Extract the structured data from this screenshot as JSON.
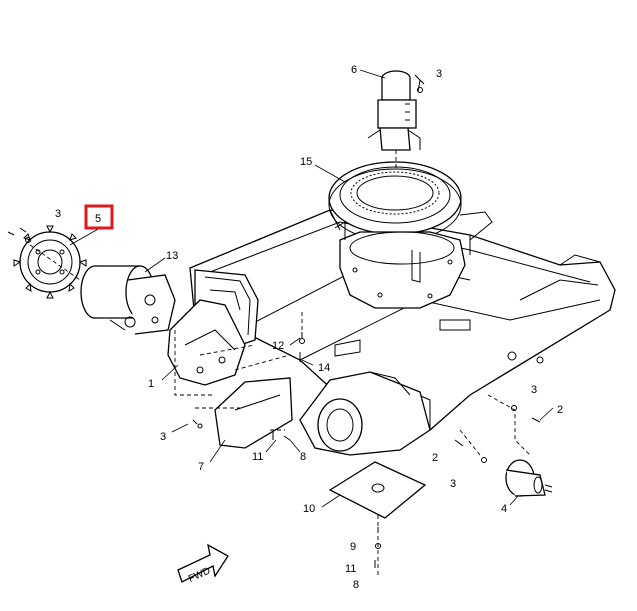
{
  "diagram": {
    "callouts": {
      "c6": "6",
      "c3_top": "3",
      "c15": "15",
      "c3_left": "3",
      "c5": "5",
      "c13": "13",
      "c12": "12",
      "c14": "14",
      "c1": "1",
      "c3_bottom": "3",
      "c7": "7",
      "c11_mid": "11",
      "c8_mid": "8",
      "c2_right": "2",
      "c3_right": "3",
      "c2_mid": "2",
      "c3_mid": "3",
      "c4": "4",
      "c10": "10",
      "c9": "9",
      "c11_bottom": "11",
      "c8_bottom": "8"
    },
    "fwd_label": "FWD",
    "highlight_color": "#e0191e",
    "line_color": "#000000"
  }
}
